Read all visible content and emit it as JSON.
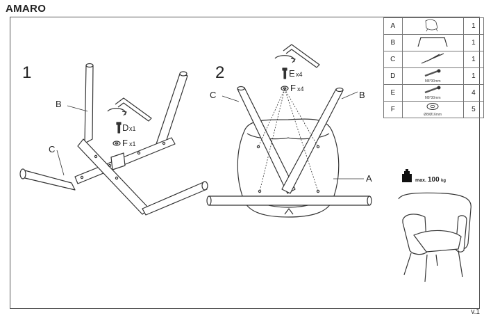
{
  "title": "AMARO",
  "version": "v.1",
  "steps": {
    "step1": "1",
    "step2": "2"
  },
  "step1_labels": {
    "b": "B",
    "c": "C",
    "d": "D",
    "d_qty": "x1",
    "f": "F",
    "f_qty": "x1"
  },
  "step2_labels": {
    "c": "C",
    "b": "B",
    "a": "A",
    "e": "E",
    "e_qty": "x4",
    "f": "F",
    "f_qty": "x4"
  },
  "weight": {
    "text": "max.",
    "value": "100",
    "unit": "kg"
  },
  "parts": [
    {
      "key": "A",
      "qty": "1",
      "icon": "seat-cushion-icon",
      "caption": ""
    },
    {
      "key": "B",
      "qty": "1",
      "icon": "rear-leg-frame-icon",
      "caption": ""
    },
    {
      "key": "C",
      "qty": "1",
      "icon": "front-leg-frame-icon",
      "caption": ""
    },
    {
      "key": "D",
      "qty": "1",
      "icon": "bolt-icon",
      "caption": "M8*30mm"
    },
    {
      "key": "E",
      "qty": "4",
      "icon": "bolt-icon",
      "caption": "M8*30mm"
    },
    {
      "key": "F",
      "qty": "5",
      "icon": "washer-icon",
      "caption": "Ø8/Ø16mm"
    }
  ]
}
